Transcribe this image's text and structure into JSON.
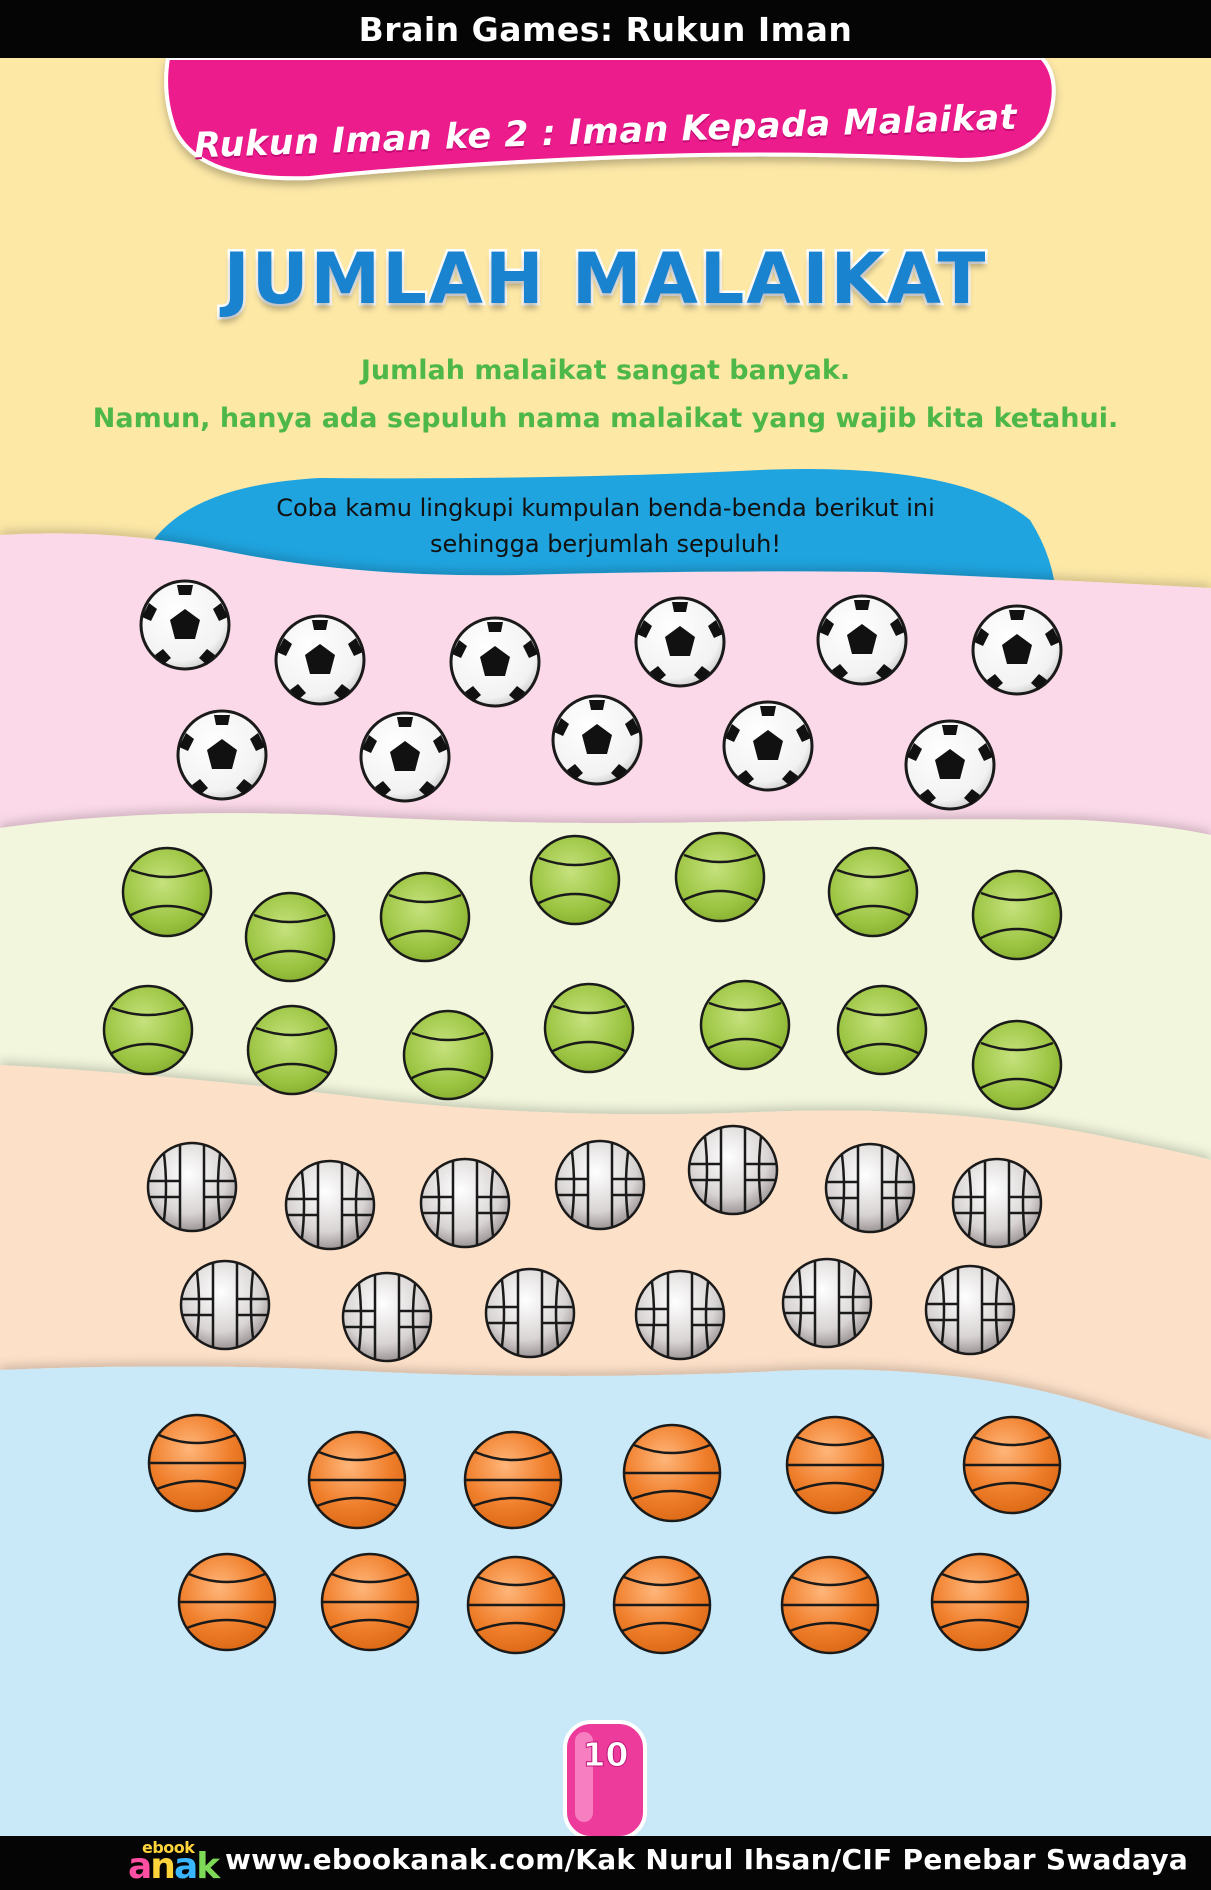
{
  "header": {
    "title": "Brain Games: Rukun Iman"
  },
  "banner": {
    "subtitle": "Rukun Iman ke 2 : Iman Kepada Malaikat",
    "color": "#ec1d8d"
  },
  "page_title": {
    "text": "JUMLAH MALAIKAT",
    "color": "#1a83cf"
  },
  "intro": {
    "line1": "Jumlah malaikat sangat banyak.",
    "line2": "Namun, hanya ada sepuluh nama malaikat yang wajib kita ketahui.",
    "color": "#4db848"
  },
  "instruction": {
    "line1": "Coba kamu lingkupi kumpulan benda-benda berikut ini",
    "line2": "sehingga berjumlah sepuluh!",
    "bubble_color": "#1fa4df"
  },
  "bands": {
    "colors": [
      "#fbd9e8",
      "#f1f6dc",
      "#fde0c8",
      "#c9e9f8"
    ]
  },
  "ball_groups": [
    {
      "name": "soccer-balls",
      "icon": "soccer-ball-icon",
      "count": 11
    },
    {
      "name": "tennis-balls",
      "icon": "tennis-ball-icon",
      "count": 14
    },
    {
      "name": "volleyballs",
      "icon": "volleyball-icon",
      "count": 13
    },
    {
      "name": "basketballs",
      "icon": "basketball-icon",
      "count": 12
    }
  ],
  "page_number": "10",
  "footer": {
    "logo_top": "ebook",
    "logo_main": [
      "a",
      "n",
      "a",
      "k"
    ],
    "text": "www.ebookanak.com/Kak Nurul Ihsan/CIF Penebar Swadaya"
  }
}
